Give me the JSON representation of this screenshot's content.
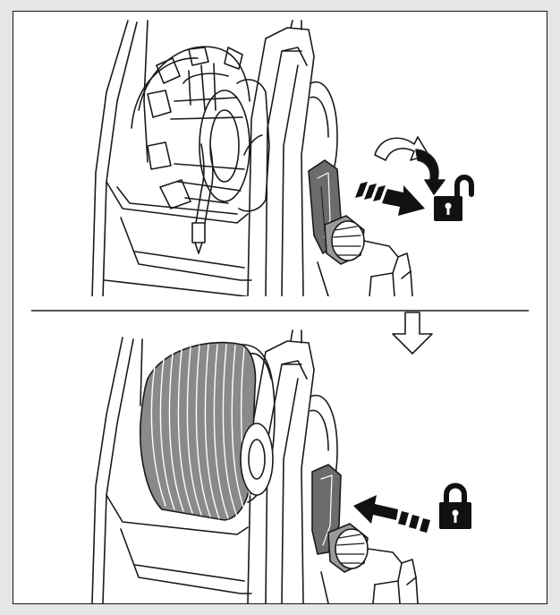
{
  "colors": {
    "page_background": "#e6e6e6",
    "panel_background": "#ffffff",
    "line_art": "#1a1a1a",
    "lever_fill": "#6b6b6b",
    "accent_dark": "#111111"
  },
  "panels": [
    {
      "name": "top-step",
      "state": "unlocked",
      "lock_icon": "unlocked-padlock-icon",
      "motion_icons": [
        "rotate-arrow-icon",
        "pull-out-arrow-icon"
      ],
      "hose_reel": "empty-reel"
    },
    {
      "name": "bottom-step",
      "state": "locked",
      "lock_icon": "locked-padlock-icon",
      "motion_icons": [
        "push-in-arrow-icon"
      ],
      "hose_reel": "wound-reel"
    }
  ],
  "transition_icon": "down-arrow-icon"
}
